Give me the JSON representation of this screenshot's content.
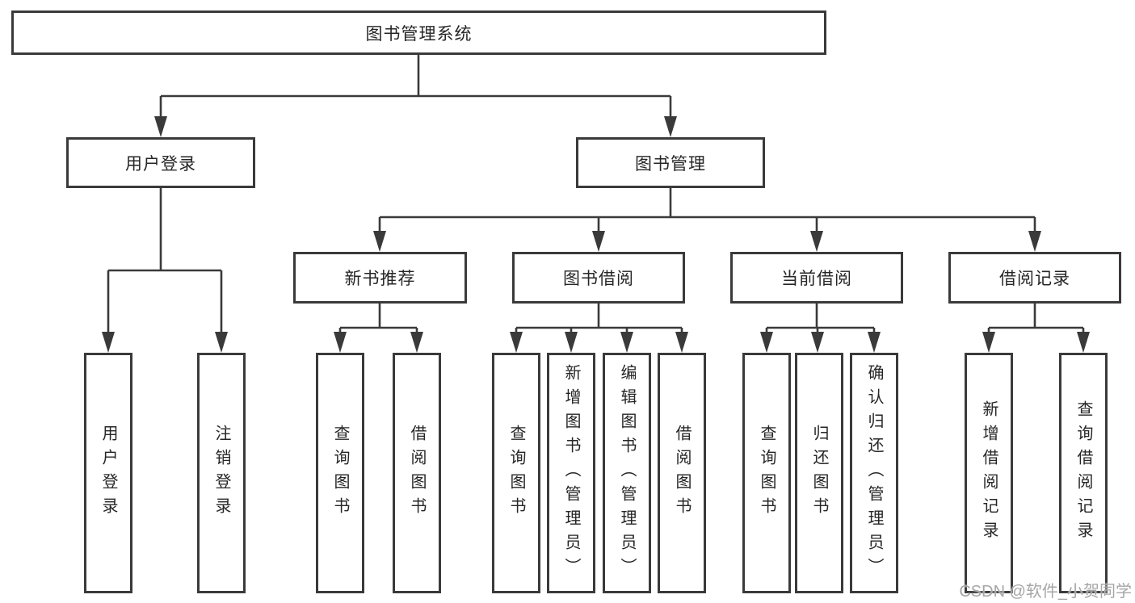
{
  "colors": {
    "line": "#3a3a3a",
    "border": "#3a3a3a",
    "fill": "#ffffff",
    "text": "#262626",
    "watermark": "#a6a6a6"
  },
  "root": {
    "label": "图书管理系统"
  },
  "branches": [
    {
      "label": "用户登录",
      "children": [
        {
          "label": "用户登录"
        },
        {
          "label": "注销登录"
        }
      ]
    },
    {
      "label": "图书管理",
      "children": [
        {
          "label": "新书推荐",
          "children": [
            {
              "label": "查询图书"
            },
            {
              "label": "借阅图书"
            }
          ]
        },
        {
          "label": "图书借阅",
          "children": [
            {
              "label": "查询图书"
            },
            {
              "label": "新增图书（管理员）"
            },
            {
              "label": "编辑图书（管理员）"
            },
            {
              "label": "借阅图书"
            }
          ]
        },
        {
          "label": "当前借阅",
          "children": [
            {
              "label": "查询图书"
            },
            {
              "label": "归还图书"
            },
            {
              "label": "确认归还（管理员）"
            }
          ]
        },
        {
          "label": "借阅记录",
          "children": [
            {
              "label": "新增借阅记录"
            },
            {
              "label": "查询借阅记录"
            }
          ]
        }
      ]
    }
  ],
  "watermark": {
    "text": "CSDN @软件_小贺同学"
  }
}
